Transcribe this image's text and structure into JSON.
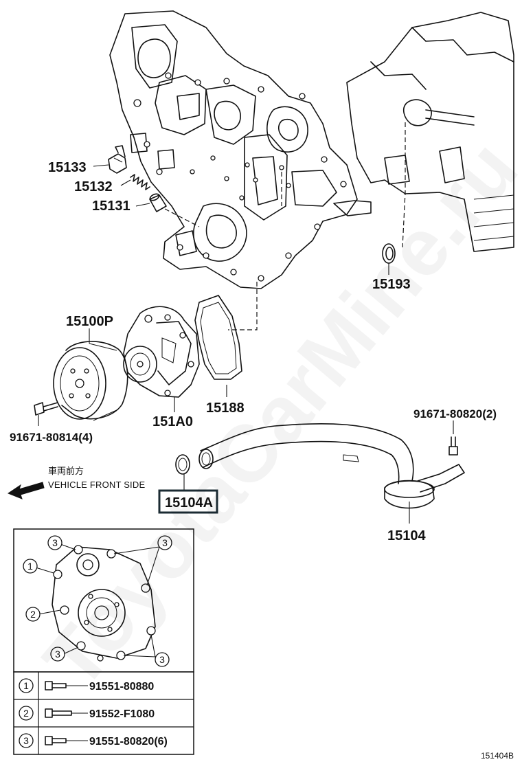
{
  "callouts": {
    "p15133": "15133",
    "p15132": "15132",
    "p15131": "15131",
    "p15193": "15193",
    "p15100P": "15100P",
    "p15188": "15188",
    "p151A0": "151A0",
    "p91671_80814": "91671-80814(4)",
    "p91671_80820": "91671-80820(2)",
    "p15104A": "15104A",
    "p15104": "15104"
  },
  "direction": {
    "japanese": "車両前方",
    "english": "VEHICLE FRONT SIDE"
  },
  "detail_markers": {
    "m1": "1",
    "m2": "2",
    "m3": "3"
  },
  "bolt_table": [
    {
      "marker": "1",
      "part": "91551-80880"
    },
    {
      "marker": "2",
      "part": "91552-F1080"
    },
    {
      "marker": "3",
      "part": "91551-80820(6)"
    }
  ],
  "diagram_code": "151404B",
  "watermark": "ToyotaCarMine.ru"
}
